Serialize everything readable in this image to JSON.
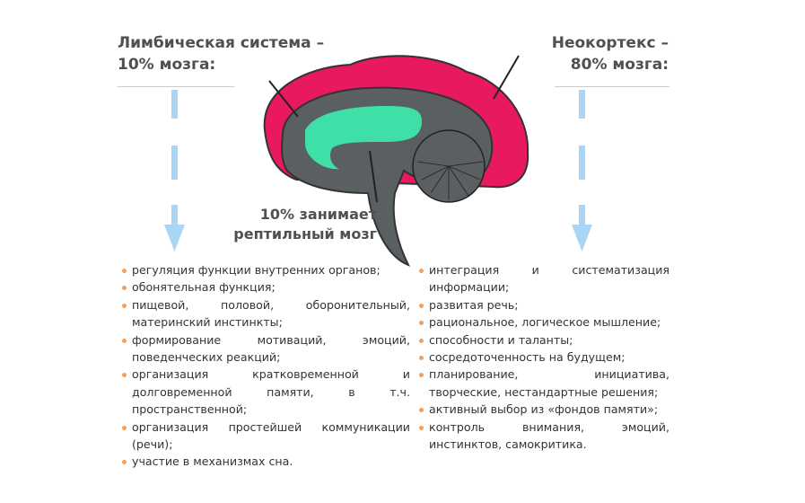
{
  "left": {
    "title_line1": "Лимбическая система –",
    "title_line2": "10% мозга:",
    "items": [
      "регуляция функции внутренних органов;",
      "обонятельная функция;",
      "пищевой, половой, оборонительный, материнский инстинкты;",
      "формирование мотиваций, эмоций, поведенческих реакций;",
      "организация кратковременной и долговременной памяти, в т.ч. пространственной;",
      "организация простейшей коммуникации (речи);",
      "участие в механизмах сна."
    ]
  },
  "right": {
    "title_line1": "Неокортекс –",
    "title_line2": "80% мозга:",
    "items": [
      "интеграция и систематизация информации;",
      "развитая речь;",
      "рациональное, логическое мышление;",
      "способности и таланты;",
      "сосредоточенность на будущем;",
      "планирование, инициатива, творческие, нестандартные решения;",
      "активный выбор из «фондов памяти»;",
      "контроль внимания, эмоций, инстинктов, самокритика."
    ]
  },
  "center": {
    "line1": "10% занимает",
    "line2": "рептильный мозг"
  },
  "colors": {
    "neocortex": "#e8195e",
    "limbic": "#3ee0a8",
    "reptile": "#5a5f62",
    "arrow": "#a9d6f5",
    "bullet": "#f0a060"
  }
}
